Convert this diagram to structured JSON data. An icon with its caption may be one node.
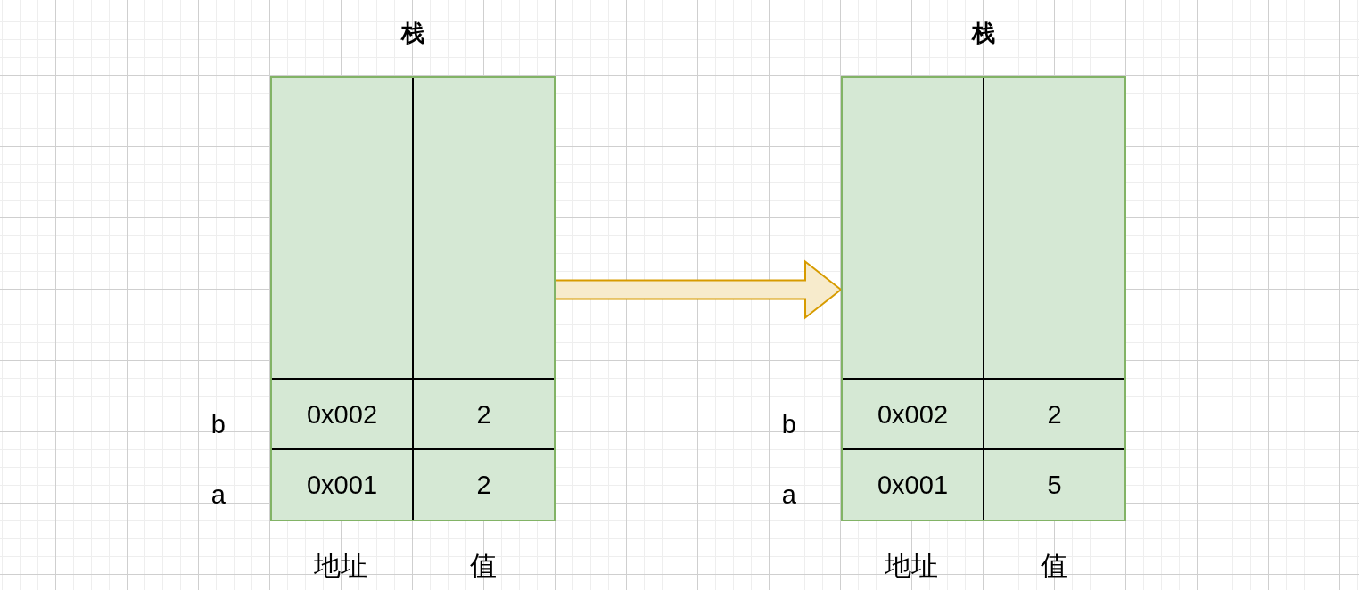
{
  "diagram": {
    "nodes": [
      {
        "text": [
          "栈"
        ]
      },
      {
        "text": [],
        "shape": "box",
        "in": 0
      },
      {
        "text": [],
        "shape": "box",
        "in": 0
      },
      {
        "text": [
          "0x002"
        ],
        "in": 0,
        "beside": [
          "b"
        ]
      },
      {
        "text": [
          "2"
        ],
        "in": 0
      },
      {
        "text": [
          "0x001"
        ],
        "in": 0,
        "beside": [
          "a"
        ]
      },
      {
        "text": [
          "2"
        ],
        "in": 0
      },
      {
        "text": [
          "栈"
        ]
      },
      {
        "text": [],
        "shape": "box",
        "in": 7
      },
      {
        "text": [],
        "shape": "box",
        "in": 7
      },
      {
        "text": [
          "0x002"
        ],
        "in": 7,
        "beside": [
          "b"
        ]
      },
      {
        "text": [
          "2"
        ],
        "in": 7
      },
      {
        "text": [
          "0x001"
        ],
        "in": 7,
        "beside": [
          "a"
        ]
      },
      {
        "text": [
          "5"
        ],
        "in": 7
      }
    ],
    "edges": [
      {
        "from": 0,
        "to": 7,
        "arrow": "to",
        "style": "thick",
        "color": "#d79b00"
      }
    ],
    "labels": [
      "地址",
      "值",
      "地址",
      "值"
    ]
  }
}
